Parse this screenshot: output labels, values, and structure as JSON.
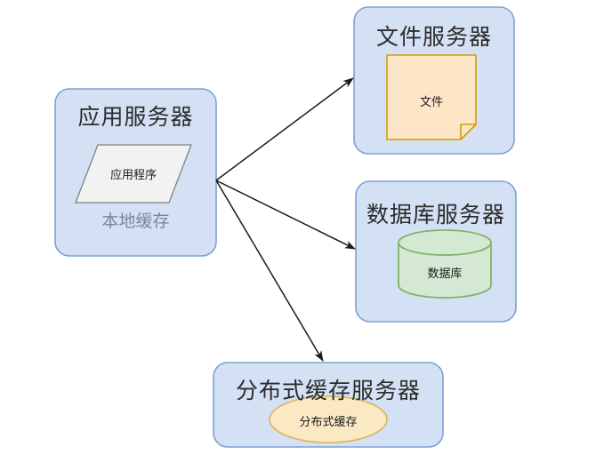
{
  "diagram": {
    "title_font_size": 25,
    "colors": {
      "container_fill": "#d4e1f5",
      "container_stroke": "#7f9fd4",
      "app_shape_fill": "#f2f2f2",
      "app_shape_stroke": "#808080",
      "file_shape_fill": "#fde5c8",
      "file_shape_stroke": "#d79b00",
      "db_shape_fill": "#d5e8d4",
      "db_shape_stroke": "#82b366",
      "cache_shape_fill": "#fbe9c4",
      "cache_shape_stroke": "#d6b656",
      "arrow_color": "#1a1a1a",
      "title_color": "#2b2b2b",
      "sub_label_color": "#7a8699"
    },
    "nodes": [
      {
        "id": "app-server",
        "title": "应用服务器",
        "inner_label": "应用程序",
        "inner_shape": "parallelogram",
        "sub_label": "本地缓存"
      },
      {
        "id": "file-server",
        "title": "文件服务器",
        "inner_label": "文件",
        "inner_shape": "note"
      },
      {
        "id": "database-server",
        "title": "数据库服务器",
        "inner_label": "数据库",
        "inner_shape": "cylinder"
      },
      {
        "id": "cache-server",
        "title": "分布式缓存服务器",
        "inner_label": "分布式缓存",
        "inner_shape": "ellipse"
      }
    ],
    "connections": [
      {
        "id": "app-to-file",
        "from": "app-server",
        "to": "file-server",
        "style": "arrow"
      },
      {
        "id": "app-to-database",
        "from": "app-server",
        "to": "database-server",
        "style": "arrow"
      },
      {
        "id": "app-to-cache",
        "from": "app-server",
        "to": "cache-server",
        "style": "arrow"
      }
    ]
  }
}
